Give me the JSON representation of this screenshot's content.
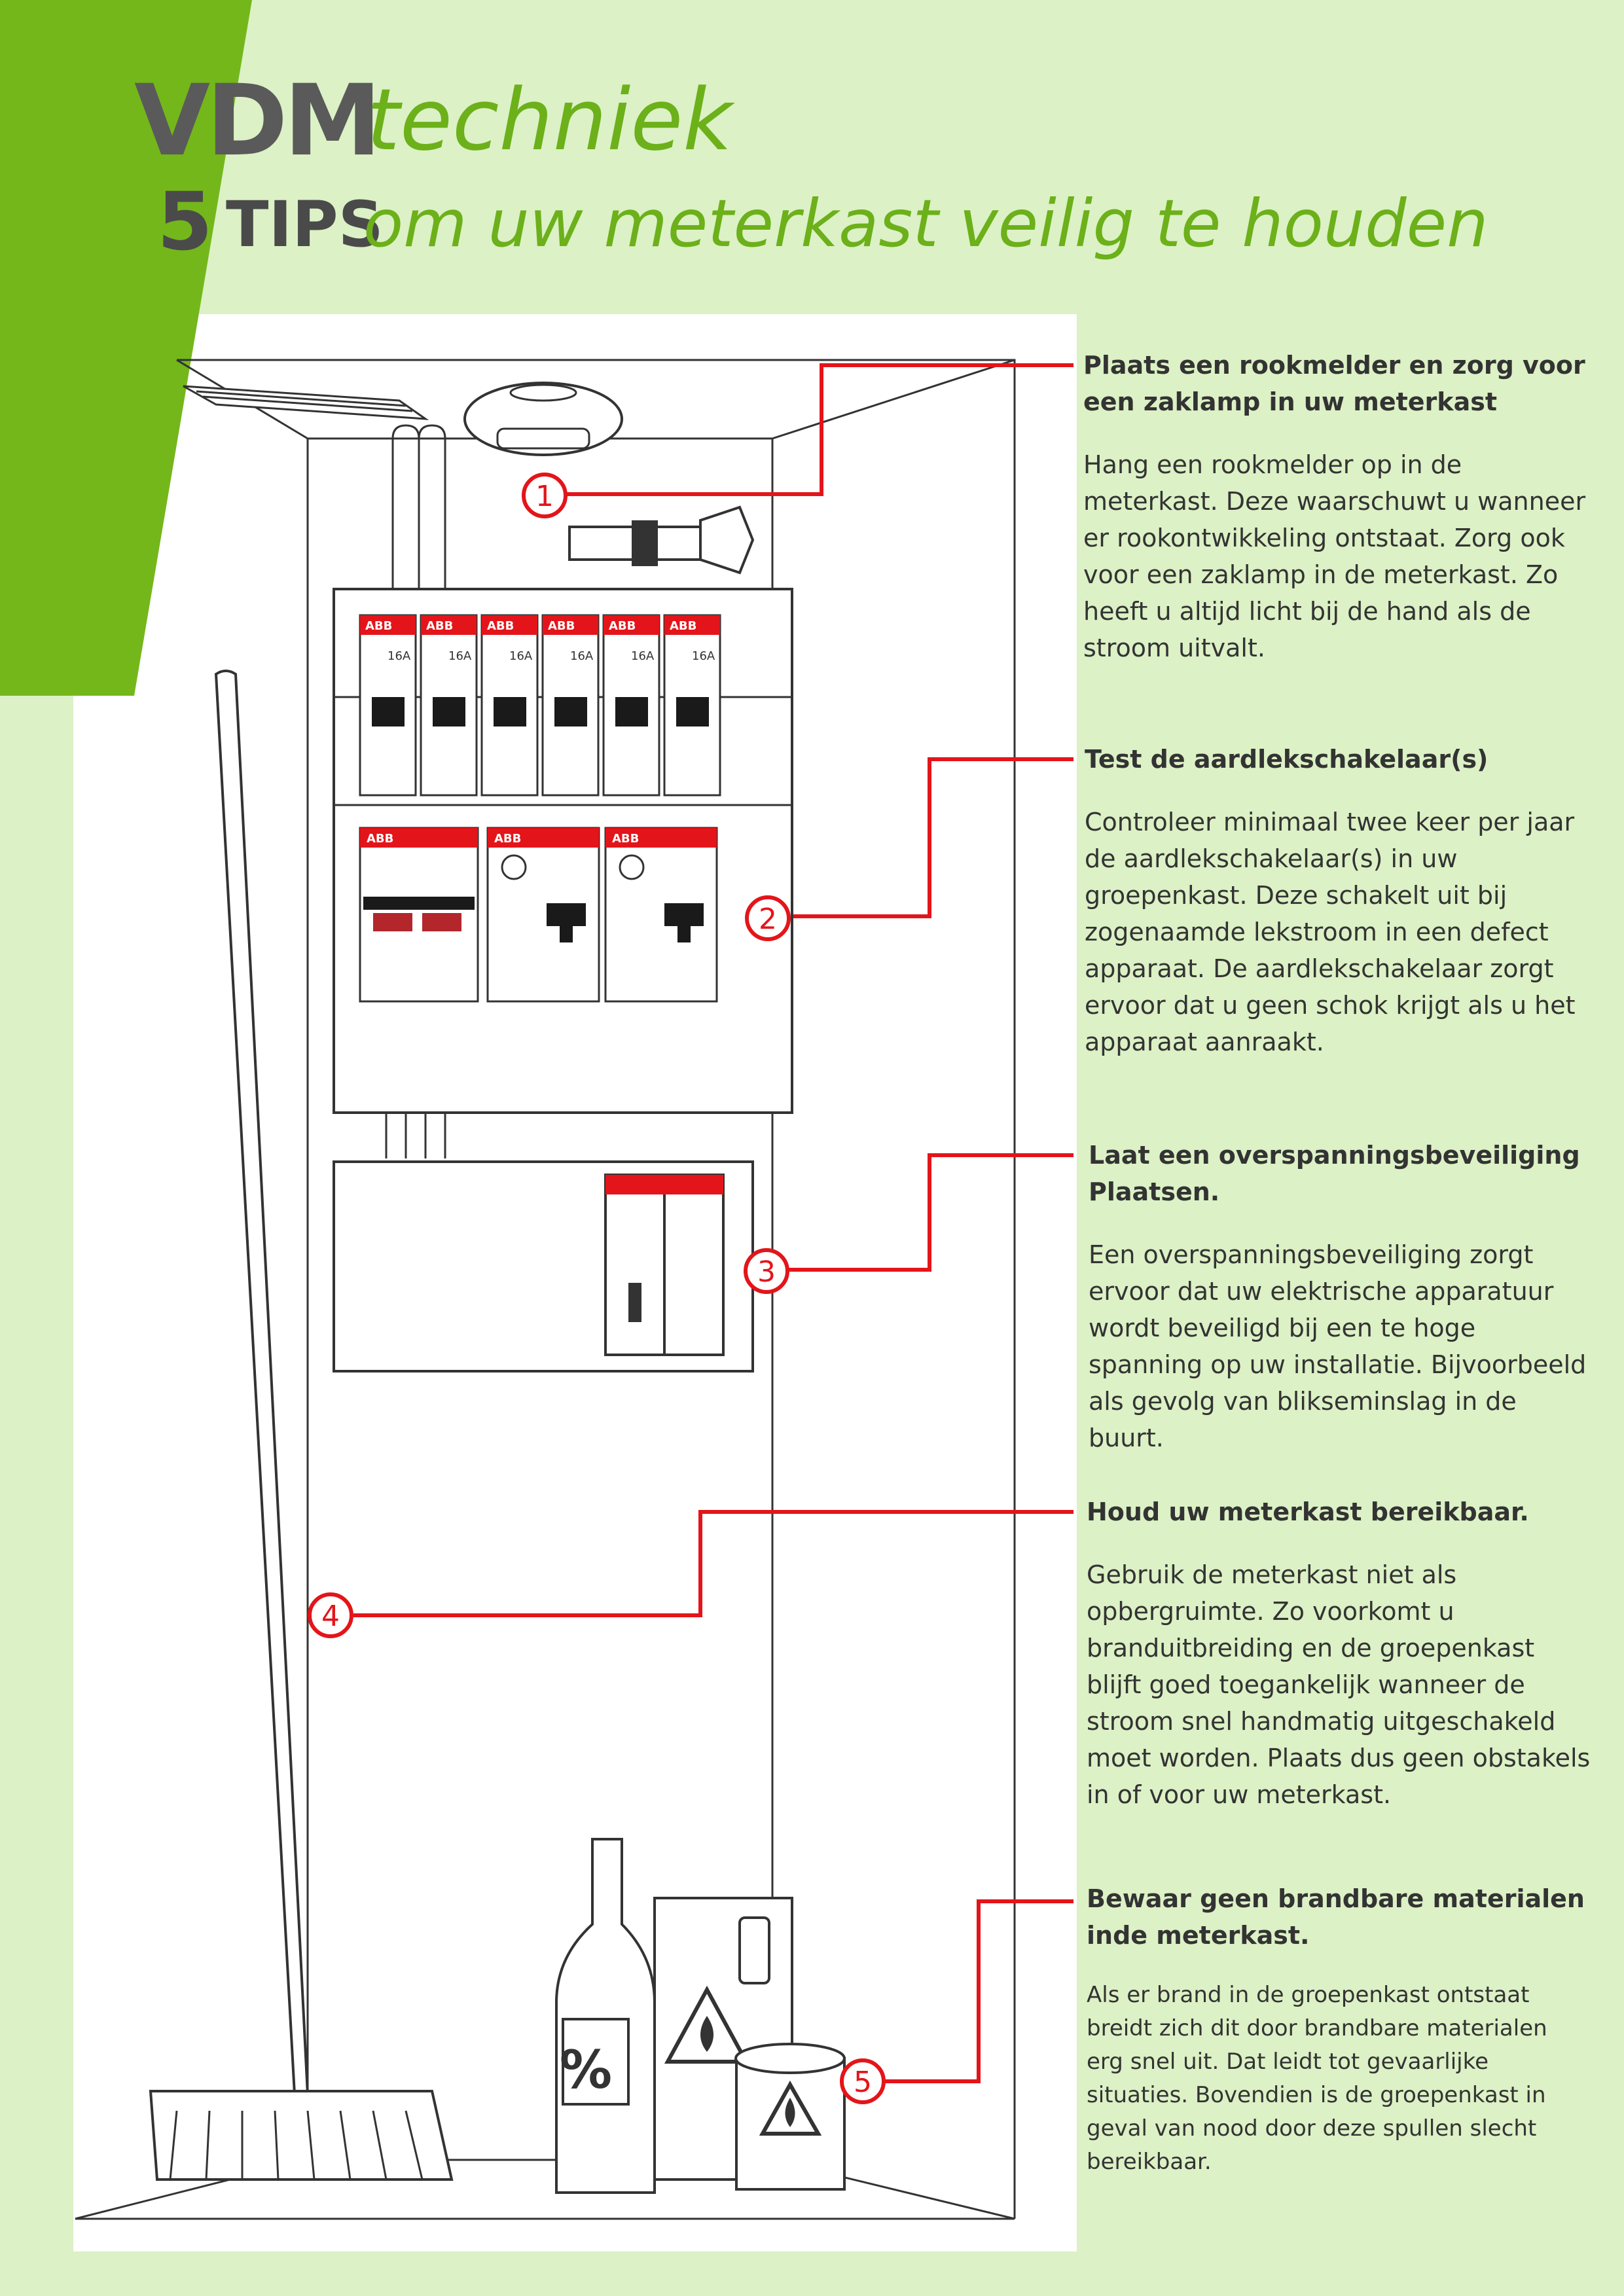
{
  "colors": {
    "accent_green": "#6cb01a",
    "leader_red": "#e3151a",
    "page_bg": "#ddf2c6",
    "text_dark": "#333333"
  },
  "logo": {
    "mark": "VDM",
    "word": "techniek"
  },
  "headline": {
    "number": "5",
    "tips": "TIPS",
    "rest": "om uw meterkast veilig te houden"
  },
  "tips": [
    {
      "number": "1",
      "title": "Plaats een rookmelder en zorg voor een zaklamp in uw meterkast",
      "body": "Hang een rookmelder op in de meterkast. Deze waarschuwt u wanneer er rookontwikkeling ontstaat. Zorg ook voor een zaklamp in de meterkast. Zo heeft u altijd licht bij de hand als de stroom uitvalt."
    },
    {
      "number": "2",
      "title": "Test de aardlekschakelaar(s)",
      "body": "Controleer minimaal twee keer per jaar de aardlekschakelaar(s) in uw groepenkast. Deze schakelt uit bij zogenaamde lekstroom in een defect apparaat. De aardlekschakelaar zorgt ervoor dat u geen schok krijgt als u het apparaat aanraakt."
    },
    {
      "number": "3",
      "title": "Laat een overspanningsbeveiliging Plaatsen.",
      "body": "Een overspanningsbeveiliging zorgt ervoor dat uw elektrische apparatuur wordt beveiligd bij een te hoge spanning op uw installatie. Bijvoorbeeld als gevolg van blikseminslag in de buurt."
    },
    {
      "number": "4",
      "title": "Houd uw meterkast bereikbaar.",
      "body": "Gebruik de meterkast niet als opbergruimte. Zo voorkomt u branduitbreiding en de groepenkast blijft goed toegankelijk wanneer de stroom snel handmatig uitgeschakeld moet worden. Plaats dus geen obstakels in of voor uw meterkast."
    },
    {
      "number": "5",
      "title": "Bewaar geen brandbare materialen inde meterkast.",
      "body": "Als er brand in de groepenkast ontstaat breidt zich dit door brandbare materialen erg snel uit. Dat leidt tot gevaarlijke situaties. Bovendien is de groepenkast in geval van nood door deze spullen slecht bereikbaar."
    }
  ],
  "illustration": {
    "brand": "ABB",
    "breaker_rating": "16A",
    "bottle_label": "%"
  }
}
